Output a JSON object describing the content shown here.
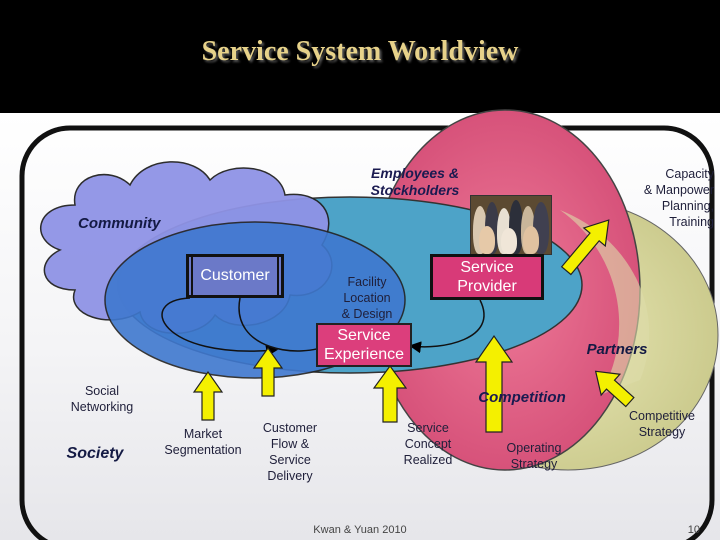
{
  "slide": {
    "title": "Service System Worldview",
    "footer_credit": "Kwan & Yuan 2010",
    "page_number": "10"
  },
  "diagram": {
    "labels": {
      "employees": "Employees &\nStockholders",
      "capacity": "Capacity\n& Manpower\nPlanning,\nTraining",
      "community": "Community",
      "facility": "Facility\nLocation\n& Design",
      "partners": "Partners",
      "social_networking": "Social\nNetworking",
      "competition": "Competition",
      "society": "Society",
      "market_segmentation": "Market\nSegmentation",
      "customer_flow": "Customer\nFlow &\nService\nDelivery",
      "service_concept": "Service\nConcept\nRealized",
      "operating_strategy": "Operating\nStrategy",
      "competitive_strategy": "Competitive\nStrategy"
    },
    "boxes": {
      "customer": "Customer",
      "service_provider": "Service\nProvider",
      "service_experience": "Service\nExperience"
    },
    "photo_icon": "employees-group-photo",
    "colors": {
      "title": "#e7d28a",
      "community_cloud": "#8f93e6",
      "customer_ellipse": "#3f78cf",
      "facility_ellipse": "#4da3c8",
      "provider_ellipse": "#e05a80",
      "partners_ellipse": "#d8d79a",
      "arrow_fill": "#f4f000",
      "box_customer": "#6b79c8",
      "box_pink": "#d83a78"
    }
  }
}
